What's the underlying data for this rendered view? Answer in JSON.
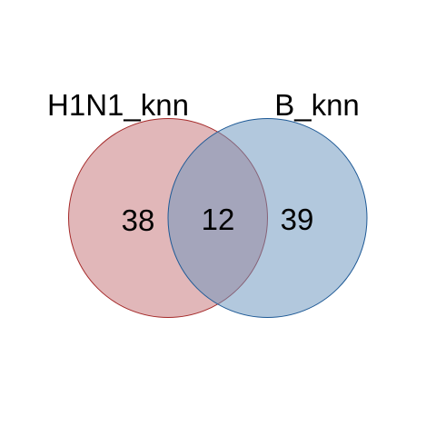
{
  "venn": {
    "sets": [
      {
        "name": "H1N1_knn",
        "only_count": "38",
        "fill": "#c0696c",
        "stroke": "#a52a2a"
      },
      {
        "name": "B_knn",
        "only_count": "39",
        "fill": "#6c96be",
        "stroke": "#1f5a96"
      }
    ],
    "intersection_count": "12"
  }
}
